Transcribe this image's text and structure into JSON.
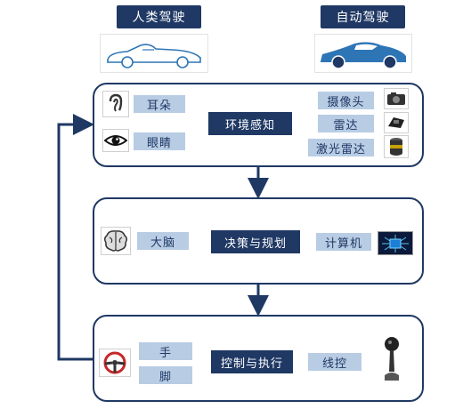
{
  "headers": {
    "human": "人类驾驶",
    "auto": "自动驾驶"
  },
  "panel1": {
    "center": "环境感知",
    "left": [
      "耳朵",
      "眼睛"
    ],
    "right": [
      "摄像头",
      "雷达",
      "激光雷达"
    ]
  },
  "panel2": {
    "center": "决策与规划",
    "left": [
      "大脑"
    ],
    "right": [
      "计算机"
    ]
  },
  "panel3": {
    "center": "控制与执行",
    "left": [
      "手",
      "脚"
    ],
    "right": [
      "线控"
    ]
  },
  "colors": {
    "navy": "#1f3864",
    "tag": "#b8cce4",
    "car": "#2e75b6"
  }
}
